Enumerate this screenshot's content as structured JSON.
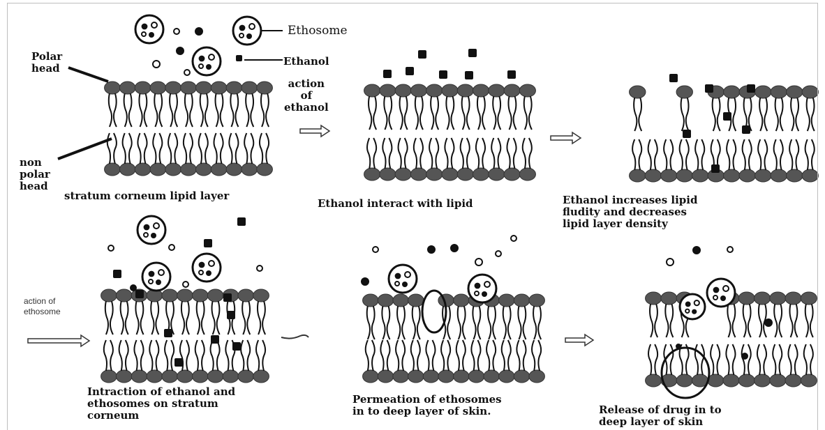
{
  "figure": {
    "panels": [
      {
        "id": "p1",
        "caption": "stratum corneum lipid layer"
      },
      {
        "id": "p2",
        "caption": "Ethanol interact with lipid"
      },
      {
        "id": "p3",
        "caption": "Ethanol increases lipid\nfludity and decreases\nlipid layer density"
      },
      {
        "id": "p4",
        "caption": "Intraction of ethanol and\nethosomes on stratum\ncorneum"
      },
      {
        "id": "p5",
        "caption": "Permeation of ethosomes\nin to deep layer of skin."
      },
      {
        "id": "p6",
        "caption": "Release of drug in to\ndeep layer of skin"
      }
    ],
    "labels": {
      "ethosome": "Ethosome",
      "ethanol": "Ethanol",
      "polar_head": "Polar\nhead",
      "non_polar_head": "non\npolar\nhead",
      "action_of_ethanol": "action\nof\nethanol",
      "action_of_ethosome": "action of\nethosome"
    }
  }
}
